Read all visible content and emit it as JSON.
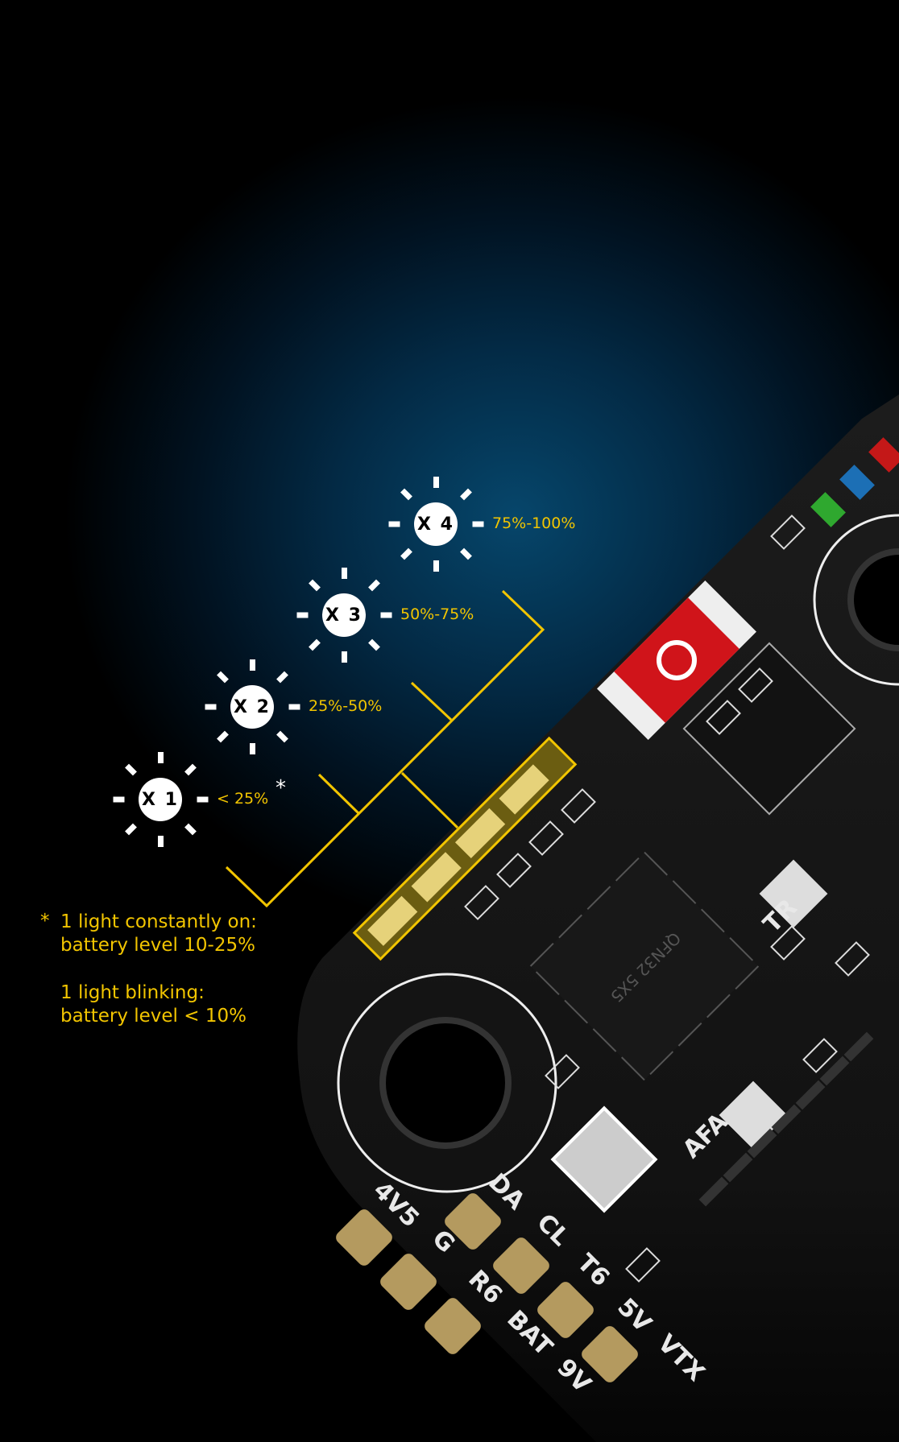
{
  "levels": [
    {
      "badge": "X 4",
      "range": "75%-100%"
    },
    {
      "badge": "X 3",
      "range": "50%-75%"
    },
    {
      "badge": "X 2",
      "range": "25%-50%"
    },
    {
      "badge": "X 1",
      "range": "< 25%"
    }
  ],
  "asterisk": "*",
  "footnote": {
    "marker": "*",
    "line1": "1 light constantly on:",
    "line2": "battery level 10-25%",
    "line3": "1 light blinking:",
    "line4": "battery level < 10%"
  },
  "board": {
    "chip_marking": "QFN32 5X5",
    "pad_labels": [
      "4V5",
      "G",
      "R6",
      "BAT",
      "9V",
      "DA",
      "CL",
      "T6",
      "5V",
      "VTX",
      "AFA",
      "TR"
    ]
  },
  "colors": {
    "accent": "#f2c500",
    "glow": "#06466b",
    "board": "#141414",
    "fuse": "#d0141a"
  }
}
